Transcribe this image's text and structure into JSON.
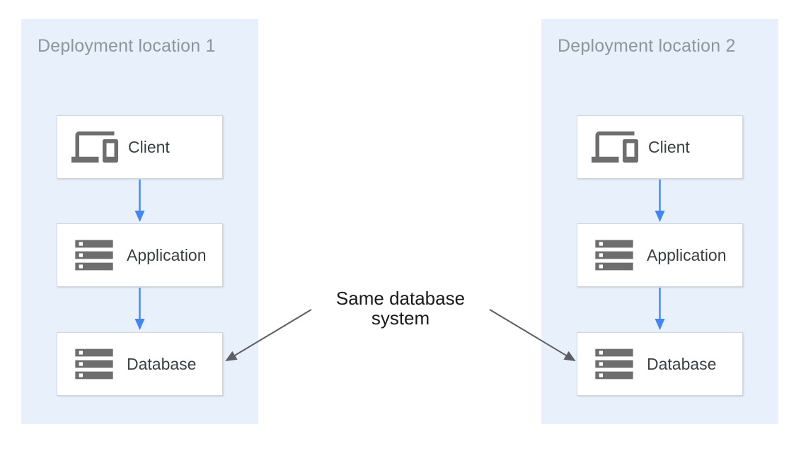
{
  "diagram": {
    "panels": [
      {
        "title": "Deployment location 1",
        "nodes": [
          {
            "label": "Client",
            "icon": "devices-icon"
          },
          {
            "label": "Application",
            "icon": "storage-icon"
          },
          {
            "label": "Database",
            "icon": "storage-icon"
          }
        ]
      },
      {
        "title": "Deployment location 2",
        "nodes": [
          {
            "label": "Client",
            "icon": "devices-icon"
          },
          {
            "label": "Application",
            "icon": "storage-icon"
          },
          {
            "label": "Database",
            "icon": "storage-icon"
          }
        ]
      }
    ],
    "annotation": "Same database system",
    "colors": {
      "panel_background": "#e8f0fb",
      "node_background": "#ffffff",
      "node_border": "#d2d5d9",
      "flow_arrow": "#4285f4",
      "annotation_arrow": "#5b5e62",
      "icon_gray": "#6e6e6e",
      "panel_title": "#8e959c",
      "node_label": "#3b3f42",
      "annotation_text": "#1a1a1a"
    }
  }
}
